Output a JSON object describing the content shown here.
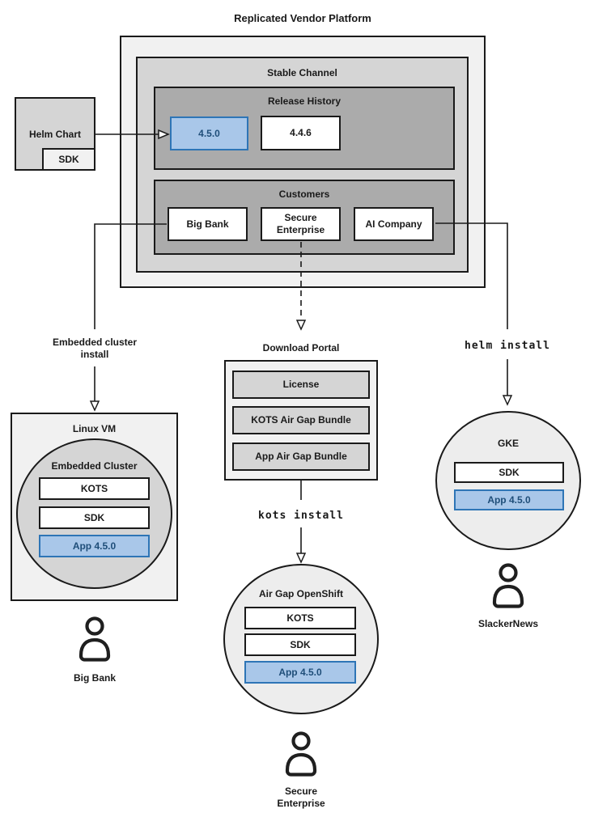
{
  "title": "Replicated Vendor Platform",
  "platform": {
    "stable_channel_label": "Stable Channel",
    "release_history_label": "Release History",
    "release_450": "4.5.0",
    "release_446": "4.4.6",
    "customers_label": "Customers",
    "customer_big_bank": "Big Bank",
    "customer_secure_enterprise": "Secure Enterprise",
    "customer_ai_company": "AI Company"
  },
  "helm_chart": {
    "label": "Helm Chart",
    "sdk": "SDK"
  },
  "left_flow": {
    "install_line1": "Embedded cluster",
    "install_line2": "install",
    "vm_label": "Linux VM",
    "cluster_label": "Embedded Cluster",
    "kots": "KOTS",
    "sdk": "SDK",
    "app": "App 4.5.0",
    "user": "Big Bank"
  },
  "center_flow": {
    "portal_label": "Download Portal",
    "portal_items": [
      "License",
      "KOTS Air Gap Bundle",
      "App Air Gap Bundle"
    ],
    "install_cmd": "kots install",
    "cluster_label": "Air Gap OpenShift",
    "kots": "KOTS",
    "sdk": "SDK",
    "app": "App 4.5.0",
    "user_line1": "Secure",
    "user_line2": "Enterprise"
  },
  "right_flow": {
    "install_cmd": "helm install",
    "cluster_label": "GKE",
    "sdk": "SDK",
    "app": "App 4.5.0",
    "user": "SlackerNews"
  },
  "colors": {
    "line": "#1a1a1a",
    "outer_fill": "#f1f1f1",
    "mid_fill": "#d5d5d5",
    "dark_fill": "#ababab",
    "circle_fill": "#ededed",
    "blue_fill": "#a9c7e9",
    "blue_border": "#2e75b6",
    "blue_text": "#1f4e79"
  }
}
